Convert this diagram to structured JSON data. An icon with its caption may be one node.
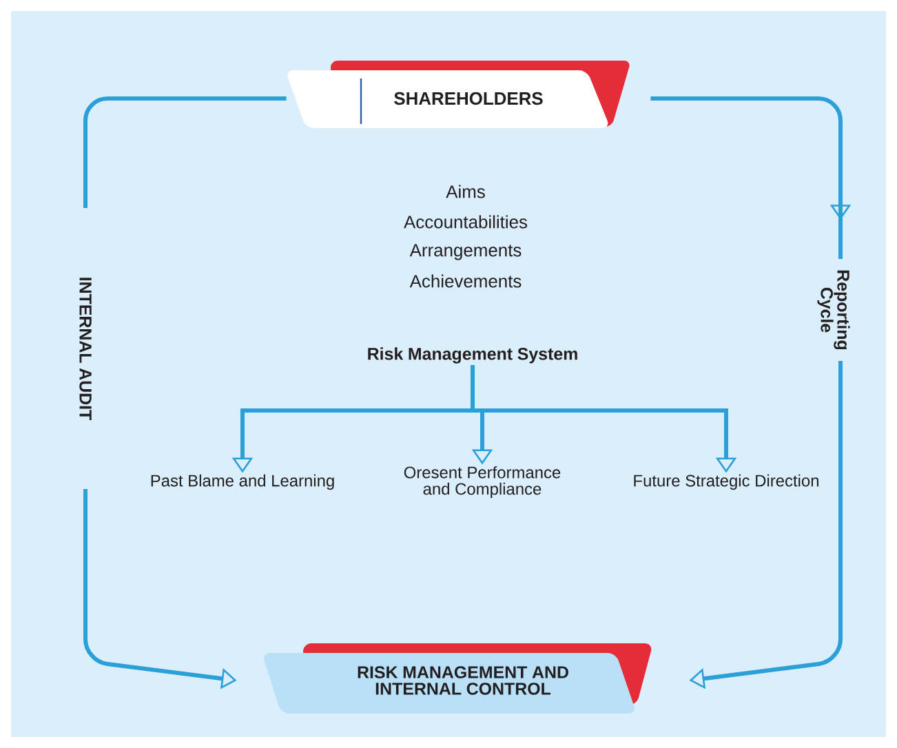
{
  "diagram": {
    "nodes": [
      {
        "text": [
          "SHAREHOLDERS"
        ]
      },
      {
        "text": [
          "RISK MANAGEMENT AND INTERNAL CONTROL"
        ]
      },
      {
        "text": [
          "Risk Management System"
        ]
      },
      {
        "text": [
          "Past Blame and Learning"
        ]
      },
      {
        "text": [
          "Oresent Performance and Compliance"
        ]
      },
      {
        "text": [
          "Future Strategic Direction"
        ]
      }
    ],
    "edges": [
      {
        "from": 0,
        "to": 1,
        "arrow": "to",
        "label": "Reporting Cycle"
      },
      {
        "from": 0,
        "to": 1,
        "arrow": "to",
        "label": "INTERNAL AUDIT"
      },
      {
        "from": 2,
        "to": 3,
        "arrow": "to"
      },
      {
        "from": 2,
        "to": 4,
        "arrow": "to"
      },
      {
        "from": 2,
        "to": 5,
        "arrow": "to"
      }
    ],
    "labels": [
      "Aims",
      "Accountabilities",
      "Arrangements",
      "Achievements"
    ]
  }
}
